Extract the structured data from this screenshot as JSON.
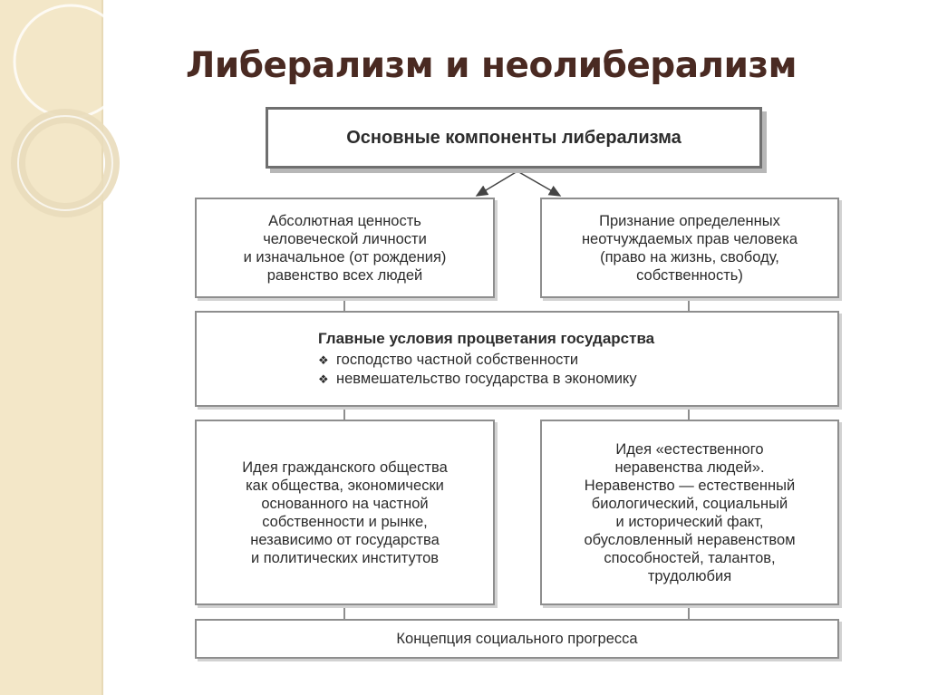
{
  "slide": {
    "title": "Либерализм и неолиберализм"
  },
  "diagram": {
    "head": "Основные компоненты либерализма",
    "left_top": [
      "Абсолютная ценность",
      "человеческой личности",
      "и изначальное (от рождения)",
      "равенство всех людей"
    ],
    "right_top": [
      "Признание определенных",
      "неотчуждаемых прав человека",
      "(право на жизнь, свободу,",
      "собственность)"
    ],
    "middle": {
      "title": "Главные условия процветания государства",
      "bullet_mark": "❖",
      "bullets": [
        "господство частной собственности",
        "невмешательство государства в экономику"
      ]
    },
    "left_bottom": [
      "Идея гражданского общества",
      "как общества, экономически",
      "основанного на частной",
      "собственности и рынке,",
      "независимо от государства",
      "и политических институтов"
    ],
    "right_bottom": [
      "Идея «естественного",
      "неравенства людей».",
      "Неравенство — естественный",
      "биологический, социальный",
      "и исторический факт,",
      "обусловленный неравенством",
      "способностей, талантов,",
      "трудолюбия"
    ],
    "bottom": "Концепция социального прогресса"
  },
  "colors": {
    "sidebar": "#f3e7c8",
    "title": "#4a2a22",
    "border": "#8e8e8e"
  }
}
